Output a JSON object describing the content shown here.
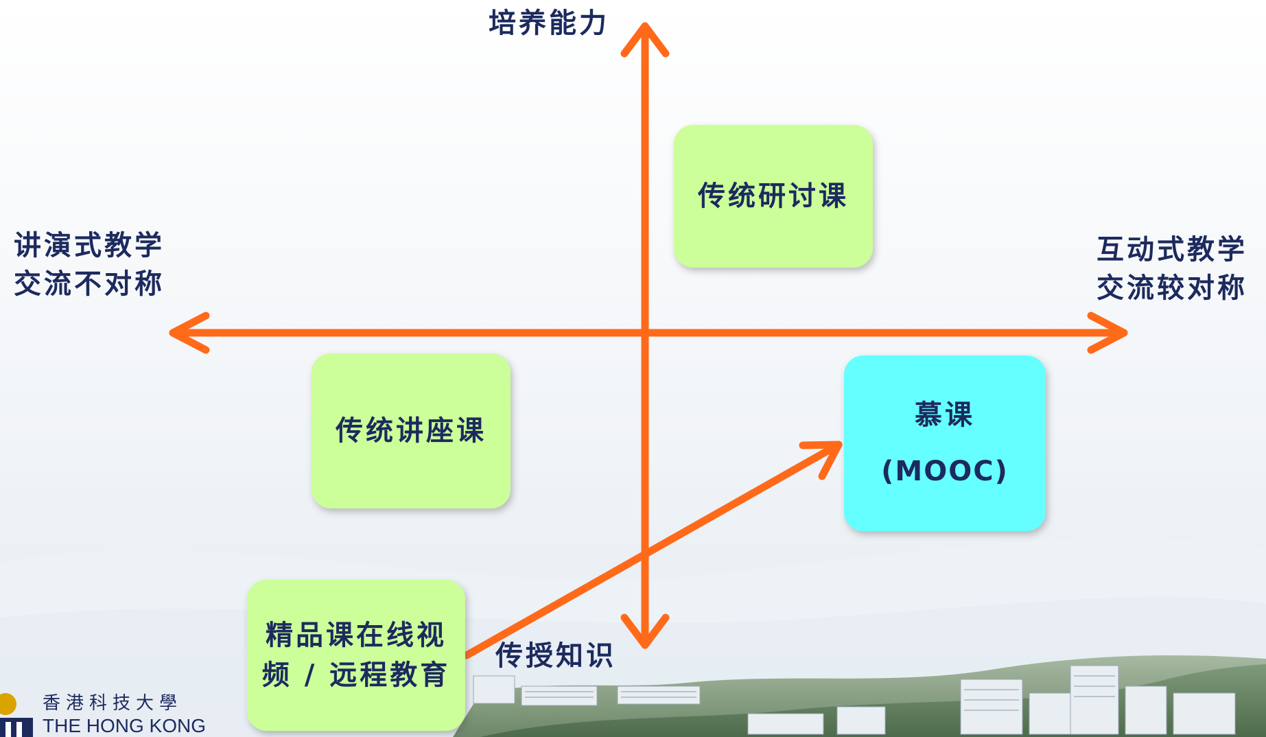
{
  "axes": {
    "top": "培养能力",
    "bottom": "传授知识",
    "left": [
      "讲演式教学",
      "交流不对称"
    ],
    "right": [
      "互动式教学",
      "交流较对称"
    ]
  },
  "boxes": {
    "seminar": "传统研讨课",
    "lecture": "传统讲座课",
    "mooc_cn": "慕课",
    "mooc_en": "(MOOC)",
    "online_line1": "精品课在线视",
    "online_line2": "频 / 远程教育"
  },
  "logo": {
    "cn": "香港科技大學",
    "en": "THE HONG KONG"
  },
  "colors": {
    "arrow": "#ff6a1a",
    "text": "#1c2a5e",
    "green_box": "#ccff99",
    "cyan_box": "#66ffff",
    "logo_gold": "#d9a300"
  }
}
